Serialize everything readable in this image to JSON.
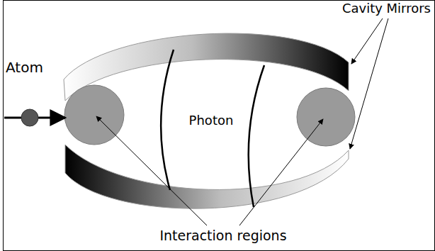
{
  "diagram": {
    "labels": [
      "Cavity Mirrors",
      "Atom",
      "Photon",
      "Interaction regions"
    ]
  }
}
